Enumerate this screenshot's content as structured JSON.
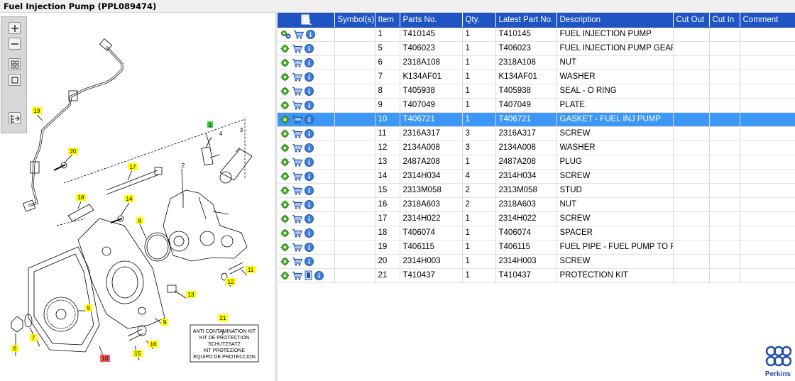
{
  "window": {
    "title": "Fuel Injection Pump (PPL089474)"
  },
  "table": {
    "headers": [
      "",
      "Symbol(s)",
      "Item",
      "Parts No.",
      "Qty.",
      "Latest Part No.",
      "Description",
      "Cut Out",
      "Cut In",
      "Comment"
    ],
    "rows": [
      {
        "item": "1",
        "parts_no": "T410145",
        "qty": "1",
        "latest": "T410145",
        "desc": "FUEL INJECTION PUMP"
      },
      {
        "item": "5",
        "parts_no": "T406023",
        "qty": "1",
        "latest": "T406023",
        "desc": "FUEL INJECTION PUMP GEAR"
      },
      {
        "item": "6",
        "parts_no": "2318A108",
        "qty": "1",
        "latest": "2318A108",
        "desc": "NUT"
      },
      {
        "item": "7",
        "parts_no": "K134AF01",
        "qty": "1",
        "latest": "K134AF01",
        "desc": "WASHER"
      },
      {
        "item": "8",
        "parts_no": "T405938",
        "qty": "1",
        "latest": "T405938",
        "desc": "SEAL - O RING"
      },
      {
        "item": "9",
        "parts_no": "T407049",
        "qty": "1",
        "latest": "T407049",
        "desc": "PLATE"
      },
      {
        "item": "10",
        "parts_no": "T406721",
        "qty": "1",
        "latest": "T406721",
        "desc": "GASKET - FUEL INJ PUMP"
      },
      {
        "item": "11",
        "parts_no": "2316A317",
        "qty": "3",
        "latest": "2316A317",
        "desc": "SCREW"
      },
      {
        "item": "12",
        "parts_no": "2134A008",
        "qty": "3",
        "latest": "2134A008",
        "desc": "WASHER"
      },
      {
        "item": "13",
        "parts_no": "2487A208",
        "qty": "1",
        "latest": "2487A208",
        "desc": "PLUG"
      },
      {
        "item": "14",
        "parts_no": "2314H034",
        "qty": "4",
        "latest": "2314H034",
        "desc": "SCREW"
      },
      {
        "item": "15",
        "parts_no": "2313M058",
        "qty": "2",
        "latest": "2313M058",
        "desc": "STUD"
      },
      {
        "item": "16",
        "parts_no": "2318A603",
        "qty": "2",
        "latest": "2318A603",
        "desc": "NUT"
      },
      {
        "item": "17",
        "parts_no": "2314H022",
        "qty": "1",
        "latest": "2314H022",
        "desc": "SCREW"
      },
      {
        "item": "18",
        "parts_no": "T406074",
        "qty": "1",
        "latest": "T406074",
        "desc": "SPACER"
      },
      {
        "item": "19",
        "parts_no": "T406115",
        "qty": "1",
        "latest": "T406115",
        "desc": "FUEL PIPE - FUEL PUMP TO FUEL"
      },
      {
        "item": "20",
        "parts_no": "2314H003",
        "qty": "1",
        "latest": "2314H003",
        "desc": "SCREW"
      },
      {
        "item": "21",
        "parts_no": "T410437",
        "qty": "1",
        "latest": "T410437",
        "desc": "PROTECTION KIT"
      }
    ],
    "selected_row": 6
  },
  "diagram": {
    "callouts": [
      "1",
      "2",
      "3",
      "4",
      "5",
      "6",
      "7",
      "8",
      "9",
      "10",
      "11",
      "12",
      "13",
      "14",
      "15",
      "16",
      "17",
      "18",
      "19",
      "20",
      "21"
    ],
    "kit_label": [
      "ANTI CONTAMINATION KIT",
      "KIT DE PROTECTION",
      "SCHUTZSATZ",
      "KIT PROTEZIONE",
      "EQUIPO DE PROTECCION"
    ]
  },
  "brand": {
    "name": "Perkins",
    "color": "#1f4fa8"
  },
  "colors": {
    "header": "#1f54c4",
    "selected": "#3d97f5",
    "callout": "#ffff00",
    "callout_red": "#f25a5a",
    "callout_green": "#3fd13f"
  }
}
